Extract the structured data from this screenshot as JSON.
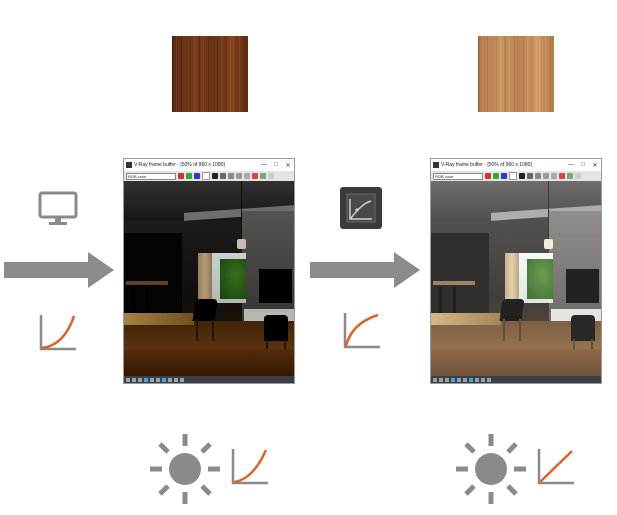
{
  "swatches": {
    "left": {
      "name": "dark-wood"
    },
    "right": {
      "name": "light-wood"
    }
  },
  "colors": {
    "arrow": "#8c8c8c",
    "curve": "#e0622a",
    "icon_gray": "#8a8a8a"
  },
  "left_flow": {
    "input_icon": "monitor-icon",
    "curve_icon": "gamma-curve-icon"
  },
  "middle_flow": {
    "input_icon": "color-correction-icon",
    "curve_icon": "gamma-curve-icon"
  },
  "frame_buffers": [
    {
      "title": "V-Ray frame buffer - [50% of 960 x 1080]",
      "channel": "RGB color",
      "minimize": "—",
      "maximize": "□",
      "close": "✕"
    },
    {
      "title": "V-Ray frame buffer - [50% of 960 x 1080]",
      "channel": "RGB color",
      "minimize": "—",
      "maximize": "□",
      "close": "✕"
    }
  ],
  "bottom": {
    "left": {
      "sun_icon": "sun-icon",
      "curve_icon": "gamma-curve-icon"
    },
    "right": {
      "sun_icon": "sun-icon",
      "curve_icon": "gamma-curve-icon"
    }
  }
}
